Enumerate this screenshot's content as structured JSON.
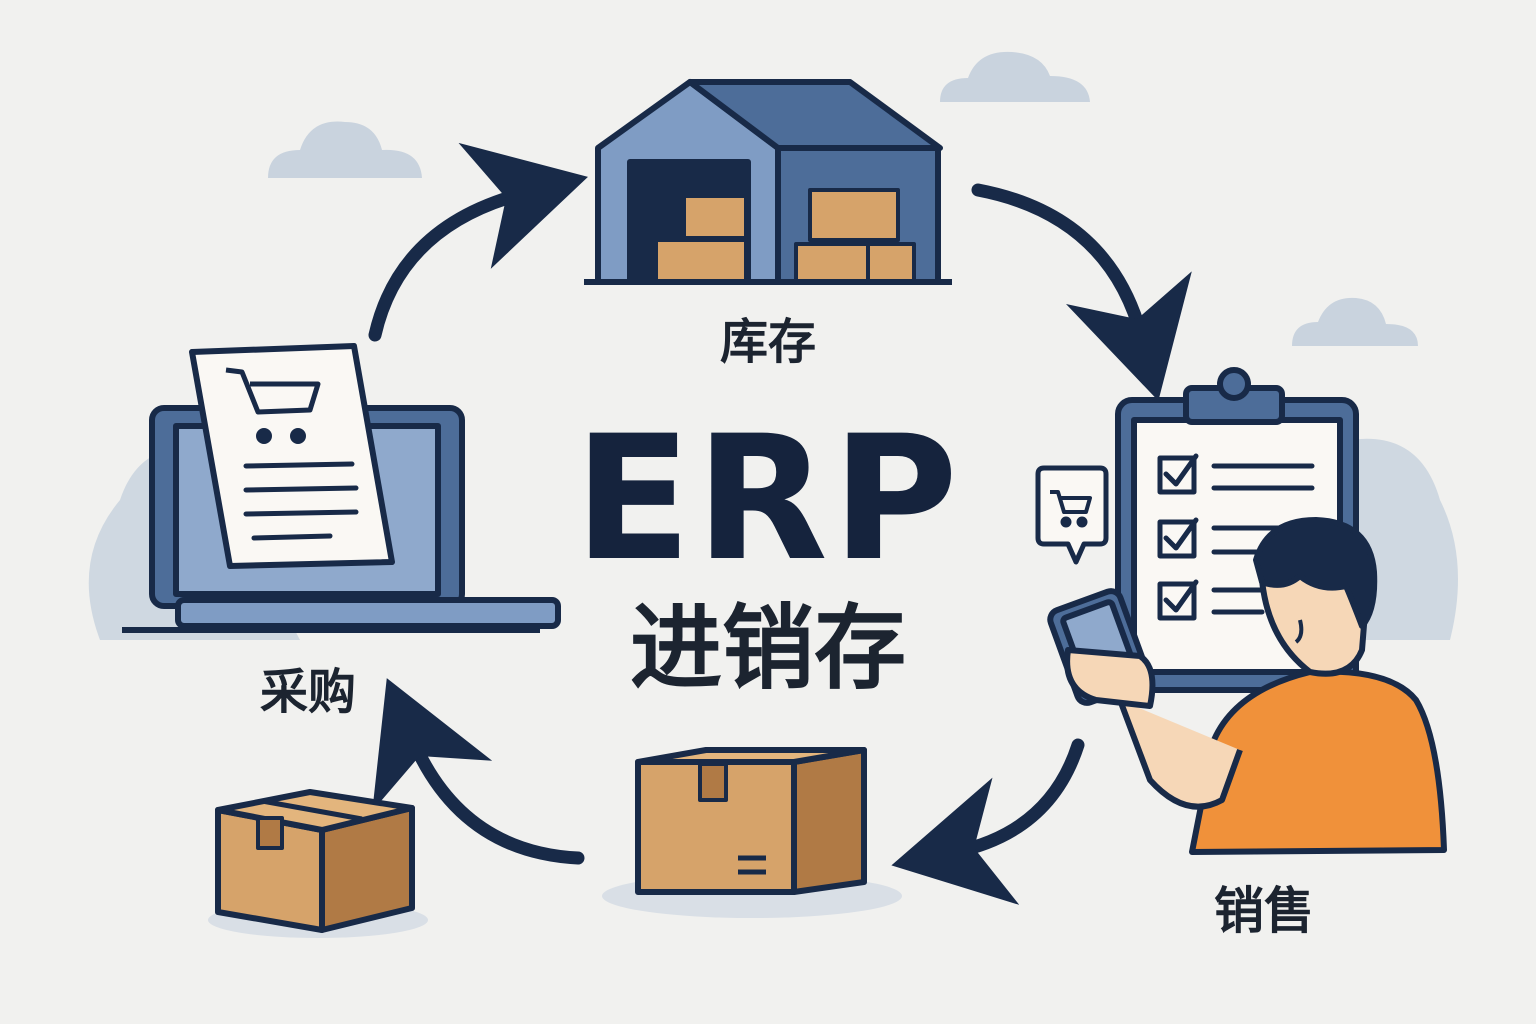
{
  "center": {
    "title": "ERP",
    "subtitle": "进销存"
  },
  "nodes": {
    "inventory": {
      "label": "库存",
      "icon": "warehouse-icon"
    },
    "sales": {
      "label": "销售",
      "icon": "clipboard-checklist-icon"
    },
    "purchase": {
      "label": "采购",
      "icon": "laptop-purchase-order-icon"
    },
    "shipping": {
      "icon": "cardboard-box-icon"
    }
  },
  "colors": {
    "background": "#f1f1ef",
    "navy": "#182a48",
    "steel_blue": "#4d6d99",
    "light_blue": "#8fa9cc",
    "box_tan": "#d6a36a",
    "box_dark": "#b07a45",
    "shirt_orange": "#f0913a",
    "cloud": "#c9d3de"
  }
}
